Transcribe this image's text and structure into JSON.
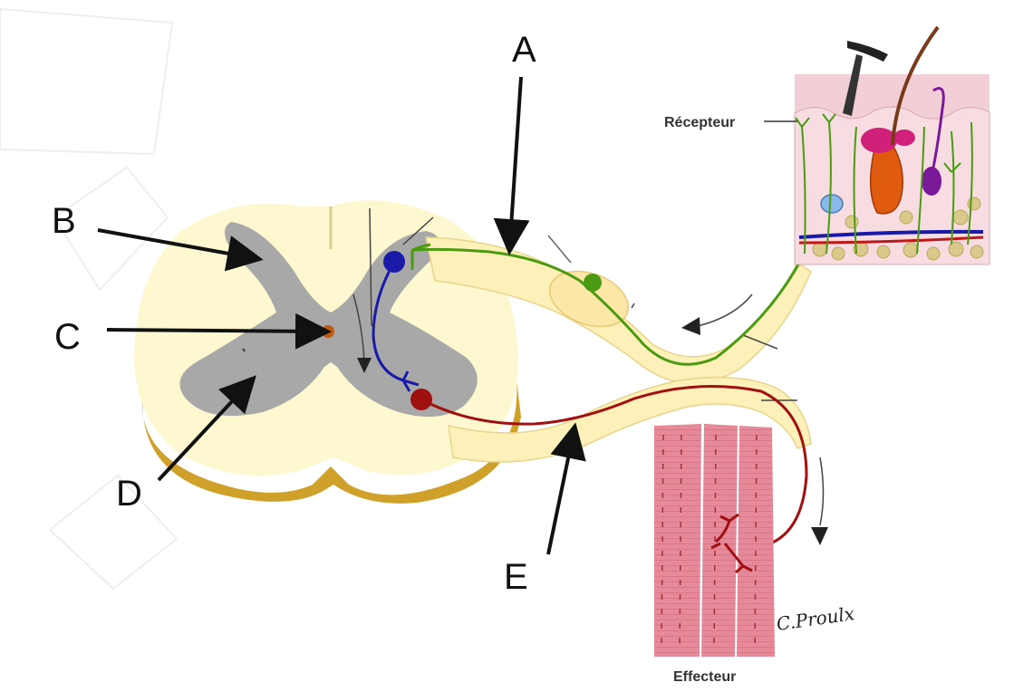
{
  "labels": {
    "A": "A",
    "B": "B",
    "C": "C",
    "D": "D",
    "E": "E"
  },
  "captions": {
    "receptor": "Récepteur",
    "effector": "Effecteur"
  },
  "signature": "C.Proulx",
  "colors": {
    "white_matter": "#fdf8cf",
    "white_matter_edge": "#c99a1c",
    "gray_matter": "#a8a8a8",
    "sensory_neuron": "#4a9a12",
    "interneuron": "#1a1aa8",
    "motor_neuron": "#a01010",
    "central_canal": "#c05a10",
    "muscle": "#e07c8e",
    "skin": "#f2cfd6"
  },
  "icons": {
    "pin": "pin-icon",
    "hair": "hair-icon"
  }
}
